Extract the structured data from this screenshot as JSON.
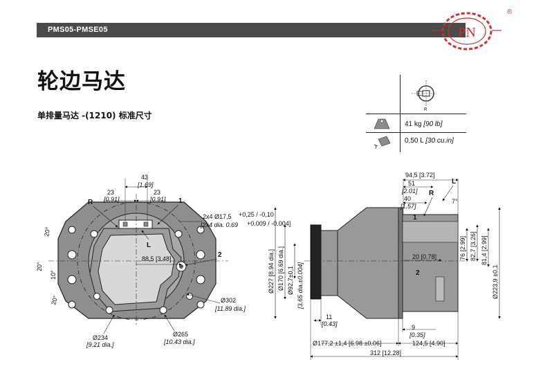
{
  "header": {
    "model": "PMS05-PMSE05"
  },
  "logo": {
    "text": "PN",
    "reg": "®"
  },
  "page": {
    "title": "轮边马达",
    "subtitle": "单排量马达 -(1210) 标准尺寸"
  },
  "specs": {
    "weight": "41 kg",
    "weight_imperial": "[90 lb]",
    "volume": "0,50 L",
    "volume_imperial": "[30 cu.in]",
    "shaft_label": "R"
  },
  "front_view": {
    "dim_43": "43",
    "dim_43_in": "[1.69]",
    "dim_23_l": "23",
    "dim_23_l_in": "[0.91]",
    "dim_23_r": "23",
    "dim_23_r_in": "[0.91]",
    "label_r": "R",
    "label_1": "1",
    "label_l": "L",
    "label_2": "2",
    "holes": "2x4  Ø17,5",
    "holes_tol": "+0,25 / -0,10",
    "holes_in": "[2x4 dia. 0.69",
    "holes_in_tol": "+0.009 / -0.004]",
    "dim_88": "88,5 [3.48]",
    "ang_20a": "20°",
    "ang_20b": "20°",
    "ang_10": "10°",
    "ang_20c": "20°",
    "dia_302": "Ø302",
    "dia_302_in": "[11.89 dia.]",
    "dia_265": "Ø265",
    "dia_265_in": "[10.43 dia.]",
    "dia_234": "Ø234",
    "dia_234_in": "[9.21 dia.]"
  },
  "side_view": {
    "d945": "94,5 [3.72]",
    "d51": "51",
    "d51_in": "[2.01]",
    "d40": "40",
    "d40_in": "[1.57]",
    "label_r": "R",
    "label_l": "L",
    "ang7": "7°",
    "label_1": "1",
    "label_2": "2",
    "d20": "20 [0.78]",
    "d76": "76 [2.99]",
    "d827": "82,7 [3.26]",
    "d814": "81,4 [2.99]",
    "d2239": "Ø223,9 ±0,1",
    "d227": "Ø227 [8.94 dia.]",
    "d170": "Ø170 [6.69 dia.]",
    "d927": "Ø92,7±0,1",
    "d927_in": "[3.65 dia.±0.004]",
    "d11": "11",
    "d11_in": "[0.43]",
    "d9": "9",
    "d9_in": "[0.35]",
    "d1772": "Ø177,2 ±1,4 [6.98 ±0.06]",
    "d1245": "124,5 [4.90]",
    "d312": "312 [12.28]"
  }
}
